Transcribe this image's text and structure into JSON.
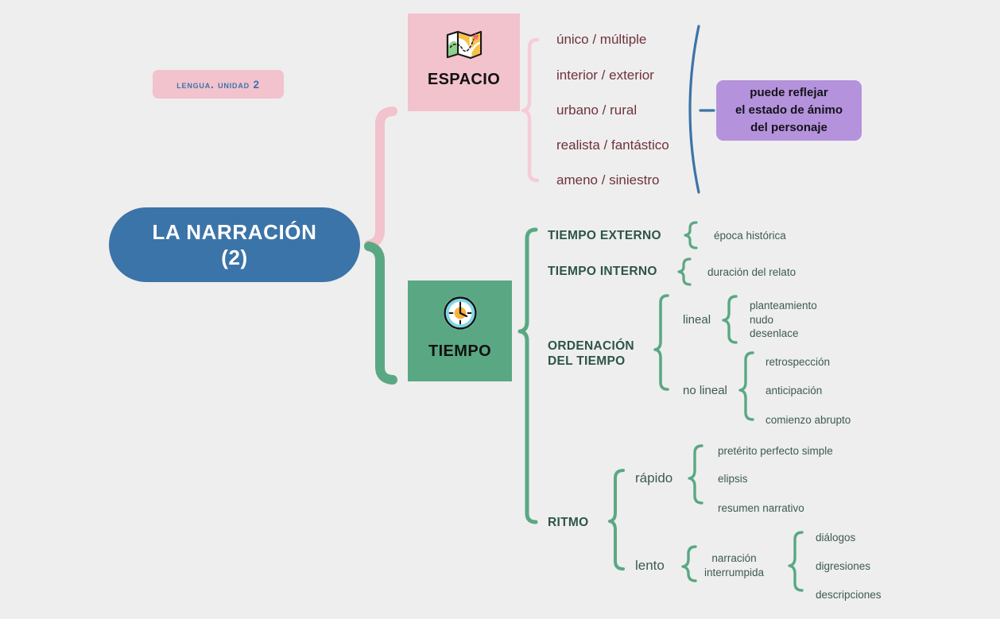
{
  "meta": {
    "background_color": "#eeeeee",
    "accent_blue": "#3b74a8",
    "accent_pink": "#f2c2cd",
    "accent_green": "#5aa883",
    "accent_purple": "#b592dc",
    "dark_green_text": "#2d5547",
    "maroon_text": "#70323c"
  },
  "central": {
    "line1": "LA NARRACIÓN",
    "line2": "(2)"
  },
  "badge": {
    "label": "LENGUA. UNIDAD 2"
  },
  "espacio": {
    "label": "ESPACIO",
    "icon": "map-icon",
    "items": [
      {
        "label": "único / múltiple"
      },
      {
        "label": "interior / exterior"
      },
      {
        "label": "urbano / rural"
      },
      {
        "label": "realista / fantástico"
      },
      {
        "label": "ameno / siniestro"
      }
    ],
    "callout": {
      "line1": "puede reflejar",
      "line2": "el estado de ánimo",
      "line3": "del personaje"
    }
  },
  "tiempo": {
    "label": "TIEMPO",
    "icon": "clock-icon",
    "branches": [
      {
        "label": "TIEMPO EXTERNO",
        "children": [
          {
            "label": "época histórica"
          }
        ]
      },
      {
        "label": "TIEMPO INTERNO",
        "children": [
          {
            "label": "duración del relato"
          }
        ]
      },
      {
        "label_line1": "ORDENACIÓN",
        "label_line2": "DEL TIEMPO",
        "children": [
          {
            "label": "lineal",
            "leaves_block": "planteamiento\nnudo\ndesenlace",
            "leaves": [
              "planteamiento",
              "nudo",
              "desenlace"
            ]
          },
          {
            "label": "no lineal",
            "leaves": [
              "retrospección",
              "anticipación",
              "comienzo abrupto"
            ]
          }
        ]
      },
      {
        "label": "RITMO",
        "children": [
          {
            "label": "rápido",
            "leaves": [
              "pretérito perfecto simple",
              "elipsis",
              "resumen narrativo"
            ]
          },
          {
            "label": "lento",
            "sub_line1": "narración",
            "sub_line2": "interrumpida",
            "leaves": [
              "diálogos",
              "digresiones",
              "descripciones"
            ]
          }
        ]
      }
    ]
  }
}
